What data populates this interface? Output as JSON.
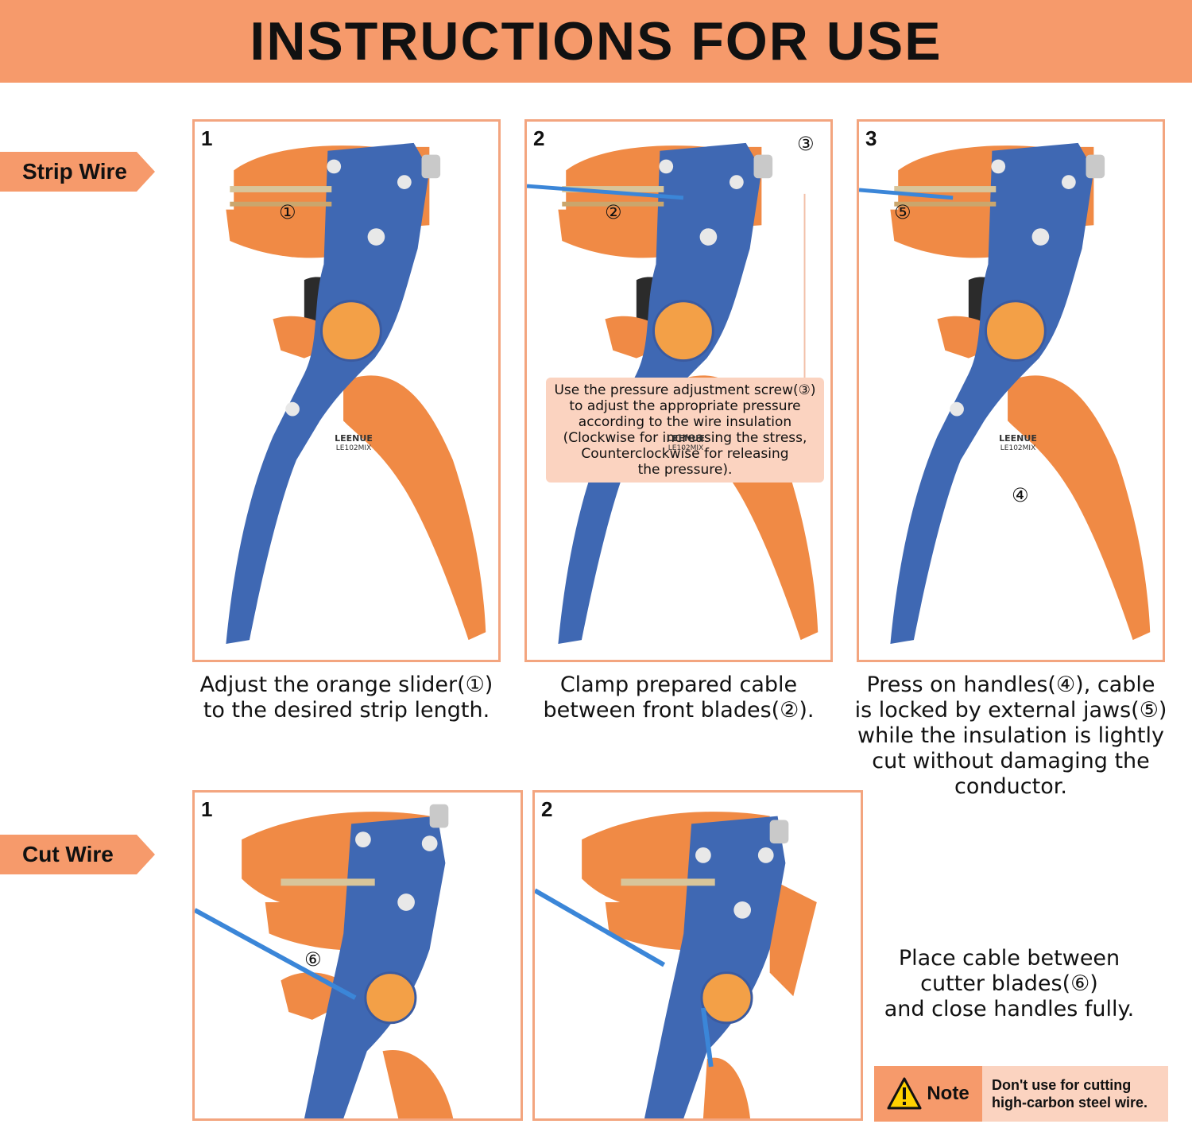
{
  "header": {
    "title": "INSTRUCTIONS FOR USE"
  },
  "sections": {
    "strip_label": "Strip Wire",
    "cut_label": "Cut Wire"
  },
  "tool": {
    "brand": "LEENUE",
    "model": "LE102MIX"
  },
  "strip_steps": [
    {
      "number": "1",
      "caption_lines": [
        "Adjust the orange slider(①)",
        "to the desired strip length."
      ],
      "marks": [
        "①"
      ]
    },
    {
      "number": "2",
      "caption_lines": [
        "Clamp prepared cable",
        "between front blades(②)."
      ],
      "marks": [
        "②",
        "③"
      ],
      "callout_lines": [
        "Use the pressure adjustment screw(③)",
        "to adjust the appropriate pressure",
        "according to the wire insulation",
        "(Clockwise for increasing the stress,",
        "Counterclockwise for releasing",
        "the pressure)."
      ]
    },
    {
      "number": "3",
      "caption_lines": [
        "Press on handles(④), cable",
        "is locked by external jaws(⑤)",
        "while the insulation is lightly",
        "cut without damaging the",
        "conductor."
      ],
      "marks": [
        "⑤",
        "④"
      ]
    }
  ],
  "cut_steps": [
    {
      "number": "1",
      "marks": [
        "⑥"
      ]
    },
    {
      "number": "2"
    }
  ],
  "cut_caption_lines": [
    "Place cable between",
    "cutter blades(⑥)",
    "and close handles fully."
  ],
  "note": {
    "label": "Note",
    "text_lines": [
      "Don't use for cutting",
      "high-carbon steel wire."
    ]
  },
  "colors": {
    "accent": "#f69a6b",
    "tool_orange": "#f08a45",
    "tool_blue": "#3f68b3",
    "callout": "#fbd3c0"
  }
}
